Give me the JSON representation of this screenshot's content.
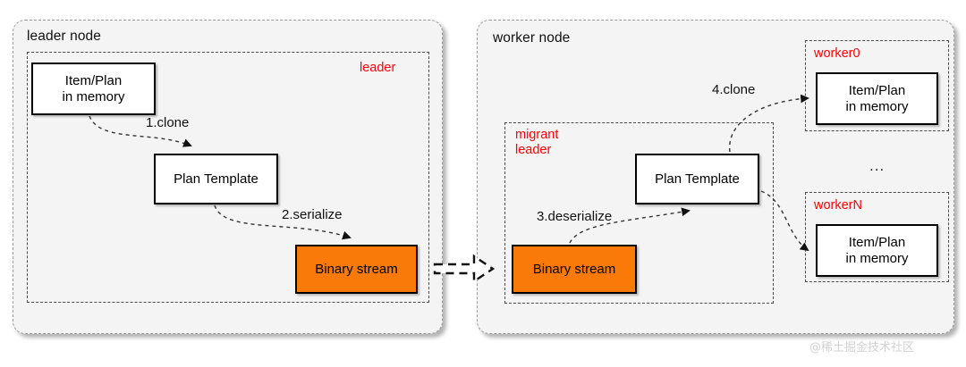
{
  "diagram": {
    "title_left": "leader node",
    "title_right": "worker node",
    "watermark": "@稀土掘金技术社区",
    "ellipsis": "...",
    "colors": {
      "accent_orange": "#f97a09",
      "region_label_red": "#ff0000",
      "container_fill": "#f4f4f4",
      "box_fill": "#ffffff",
      "border_black": "#000000"
    }
  },
  "leader_node": {
    "title": "leader node",
    "region_label": "leader",
    "boxes": {
      "item_plan": "Item/Plan\nin memory",
      "plan_template": "Plan Template",
      "binary_stream": "Binary stream"
    },
    "edges": {
      "clone": "1.clone",
      "serialize": "2.serialize"
    }
  },
  "worker_node": {
    "title": "worker node",
    "migrant_region_label": "migrant\nleader",
    "boxes": {
      "binary_stream": "Binary stream",
      "plan_template": "Plan Template"
    },
    "edges": {
      "deserialize": "3.deserialize",
      "clone": "4.clone"
    },
    "workers": [
      {
        "label": "worker0",
        "box": "Item/Plan\nin memory"
      },
      {
        "label": "workerN",
        "box": "Item/Plan\nin memory"
      }
    ]
  }
}
